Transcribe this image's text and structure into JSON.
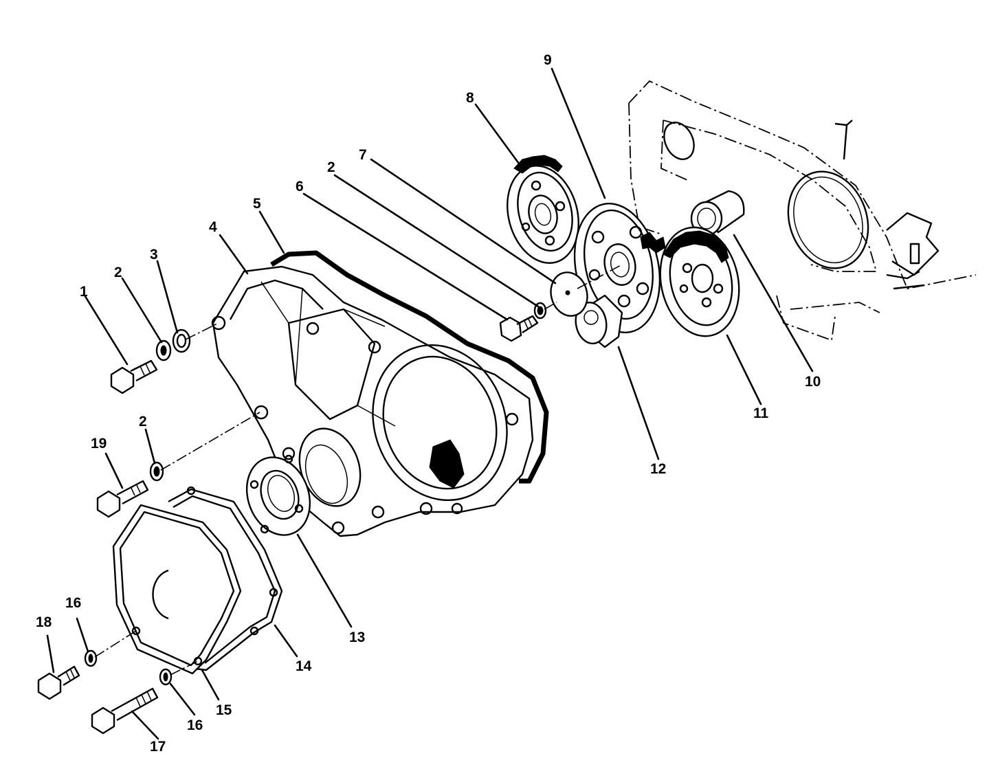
{
  "callouts": {
    "c1": "1",
    "c2a": "2",
    "c3": "3",
    "c4": "4",
    "c5": "5",
    "c6": "6",
    "c2b": "2",
    "c7": "7",
    "c8": "8",
    "c9": "9",
    "c10": "10",
    "c11": "11",
    "c12": "12",
    "c13": "13",
    "c14": "14",
    "c15": "15",
    "c16a": "16",
    "c16b": "16",
    "c17": "17",
    "c18": "18",
    "c19": "19",
    "c2c": "2"
  },
  "colors": {
    "ink": "#000000",
    "paper": "#ffffff"
  }
}
